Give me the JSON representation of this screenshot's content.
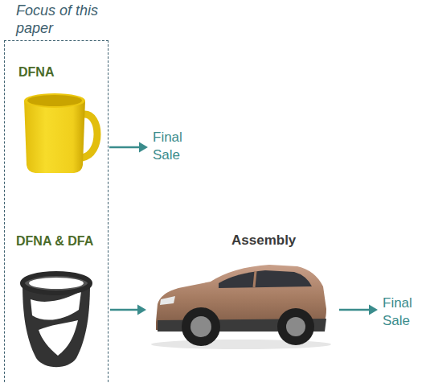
{
  "diagram": {
    "nodes": [
      {
        "text": [
          "Focus of this paper"
        ]
      },
      {
        "text": [
          "DFNA"
        ],
        "in": 0
      },
      {
        "text": [
          "Final Sale"
        ]
      },
      {
        "text": [
          "DFNA & DFA"
        ],
        "in": 0
      },
      {
        "text": [
          "Assembly"
        ]
      },
      {
        "text": [
          "Final Sale"
        ]
      }
    ],
    "edges": [
      {
        "from": 1,
        "to": 2,
        "arrow": "to"
      },
      {
        "from": 3,
        "to": 4,
        "arrow": "to"
      },
      {
        "from": 4,
        "to": 5,
        "arrow": "to"
      }
    ]
  }
}
